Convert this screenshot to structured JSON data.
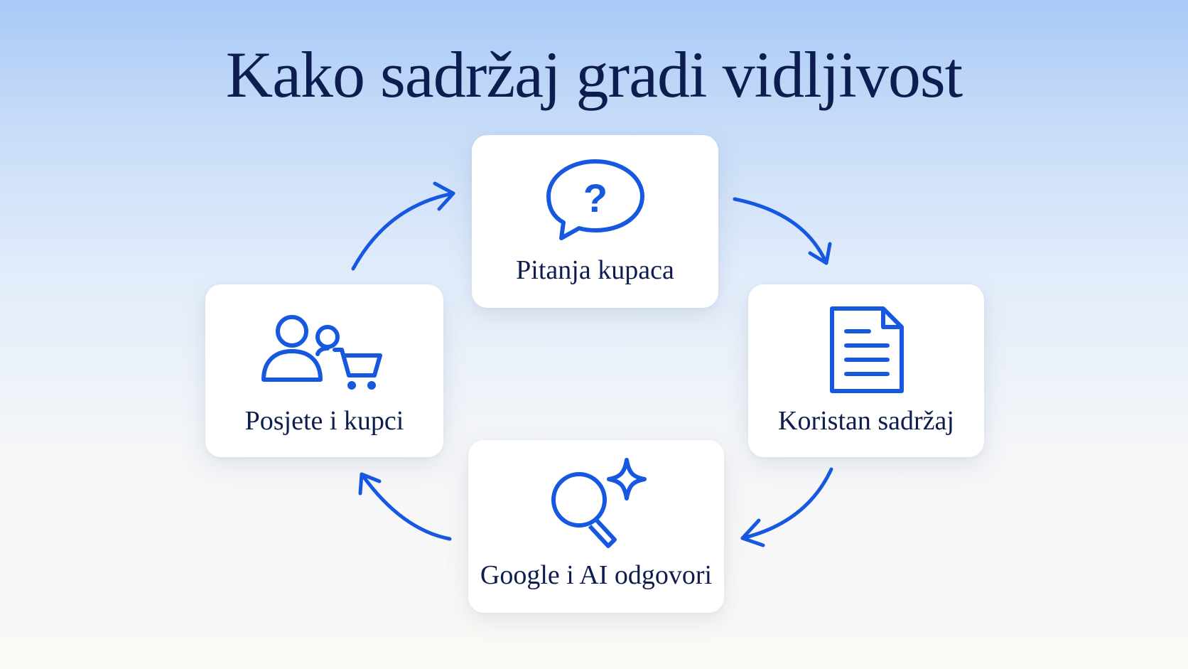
{
  "title": "Kako sadržaj gradi vidljivost",
  "accent_color": "#1658e0",
  "text_color": "#0e1d4f",
  "steps": [
    {
      "label": "Pitanja kupaca",
      "icon": "question-speech-bubble-icon"
    },
    {
      "label": "Koristan sadržaj",
      "icon": "document-icon"
    },
    {
      "label": "Google i AI odgovori",
      "icon": "search-sparkle-icon"
    },
    {
      "label": "Posjete i kupci",
      "icon": "users-cart-icon"
    }
  ],
  "flow": "clockwise"
}
